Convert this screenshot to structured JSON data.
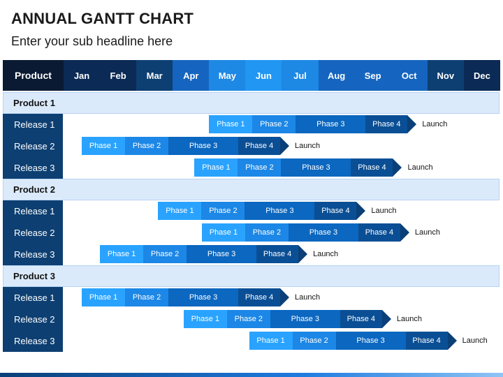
{
  "title": "ANNUAL GANTT CHART",
  "subtitle": "Enter your sub headline here",
  "header": {
    "product_label": "Product",
    "months": [
      "Jan",
      "Feb",
      "Mar",
      "Apr",
      "May",
      "Jun",
      "Jul",
      "Aug",
      "Sep",
      "Oct",
      "Nov",
      "Dec"
    ],
    "month_colors": [
      "#0b2a55",
      "#0b2a55",
      "#0d3f72",
      "#1565c0",
      "#1e88e5",
      "#2196f3",
      "#1e88e5",
      "#1565c0",
      "#1565c0",
      "#1565c0",
      "#0d3f72",
      "#0b2a55"
    ]
  },
  "colors": {
    "phase1": "#29a3ff",
    "phase2": "#1c87e6",
    "phase3": "#0b67c0",
    "phase4": "#0a4f95",
    "release_label_bg": "#0d3f72",
    "product_row_bg": "#dbeafb"
  },
  "phase_labels": [
    "Phase 1",
    "Phase 2",
    "Phase 3",
    "Phase 4"
  ],
  "launch_label": "Launch",
  "products": [
    {
      "name": "Product 1",
      "releases": [
        {
          "name": "Release 1",
          "start_month": 5.0
        },
        {
          "name": "Release 2",
          "start_month": 1.5
        },
        {
          "name": "Release 3",
          "start_month": 4.6
        }
      ]
    },
    {
      "name": "Product 2",
      "releases": [
        {
          "name": "Release 1",
          "start_month": 3.6
        },
        {
          "name": "Release 2",
          "start_month": 4.8
        },
        {
          "name": "Release 3",
          "start_month": 2.0
        }
      ]
    },
    {
      "name": "Product 3",
      "releases": [
        {
          "name": "Release 1",
          "start_month": 1.5
        },
        {
          "name": "Release 2",
          "start_month": 4.3
        },
        {
          "name": "Release 3",
          "start_month": 6.1
        }
      ]
    }
  ]
}
